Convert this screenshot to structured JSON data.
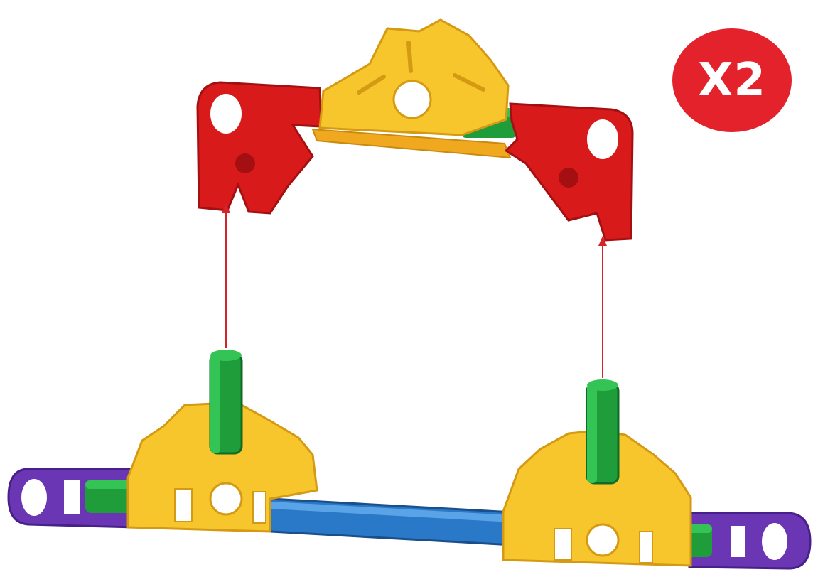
{
  "badge": {
    "text": "X2",
    "color": "#e4222c"
  },
  "colors": {
    "red": "#d91a1a",
    "red_dark": "#a40f12",
    "yellow": "#f7c52c",
    "yellow_dark": "#d59a14",
    "green": "#1f9d3a",
    "green_dark": "#0f6b25",
    "blue": "#2a78c8",
    "blue_dark": "#1a4f8c",
    "purple": "#6b36b4",
    "purple_dark": "#48208a",
    "arrow": "#d4242a"
  },
  "parts": {
    "top_assembly": [
      "red-connector-left",
      "yellow-connector-top",
      "red-connector-right",
      "green-rod-left",
      "green-rod-right",
      "yellow-rod"
    ],
    "bottom_assembly": [
      "purple-connector-left",
      "yellow-connector-left",
      "blue-rod",
      "yellow-connector-right",
      "purple-connector-right",
      "green-rod-upright-left",
      "green-rod-upright-right"
    ]
  },
  "arrows": [
    "arrow-left",
    "arrow-right"
  ]
}
